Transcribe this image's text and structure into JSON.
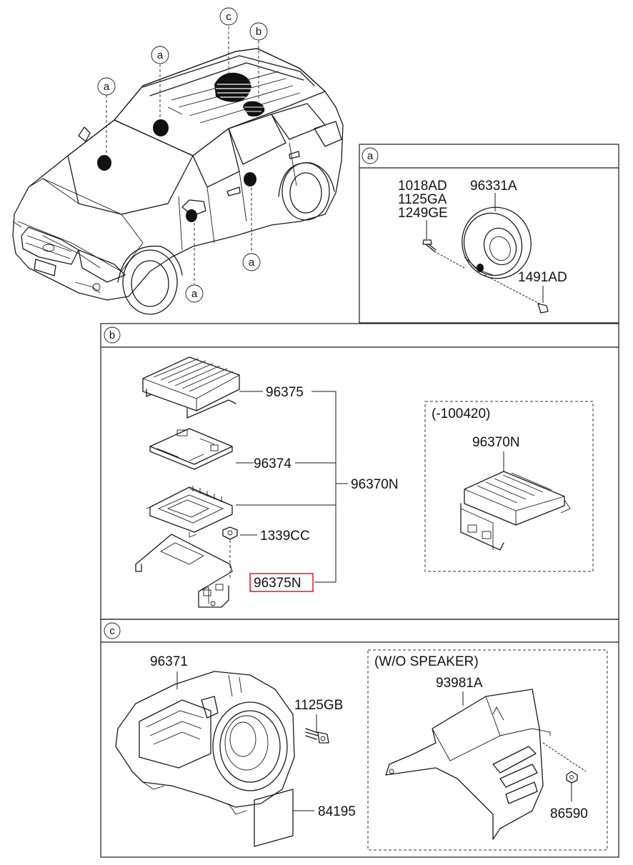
{
  "callouts": {
    "a": "a",
    "b": "b",
    "c": "c"
  },
  "section_a": {
    "letter": "a",
    "parts": {
      "bolts": [
        "1018AD",
        "1125GA",
        "1249GE"
      ],
      "speaker": "96331A",
      "clip": "1491AD"
    }
  },
  "section_b": {
    "letter": "b",
    "parts": {
      "cover": "96375",
      "board": "96374",
      "assembly": "96370N",
      "nut": "1339CC",
      "bracket": "96375N"
    },
    "variant": {
      "label": "(-100420)",
      "part": "96370N"
    }
  },
  "section_c": {
    "letter": "c",
    "parts": {
      "subwoofer": "96371",
      "bolt": "1125GB",
      "label": "84195"
    },
    "variant": {
      "label": "(W/O SPEAKER)",
      "part_cover": "93981A",
      "part_nut": "86590"
    }
  },
  "highlight_color": "#e0262a"
}
